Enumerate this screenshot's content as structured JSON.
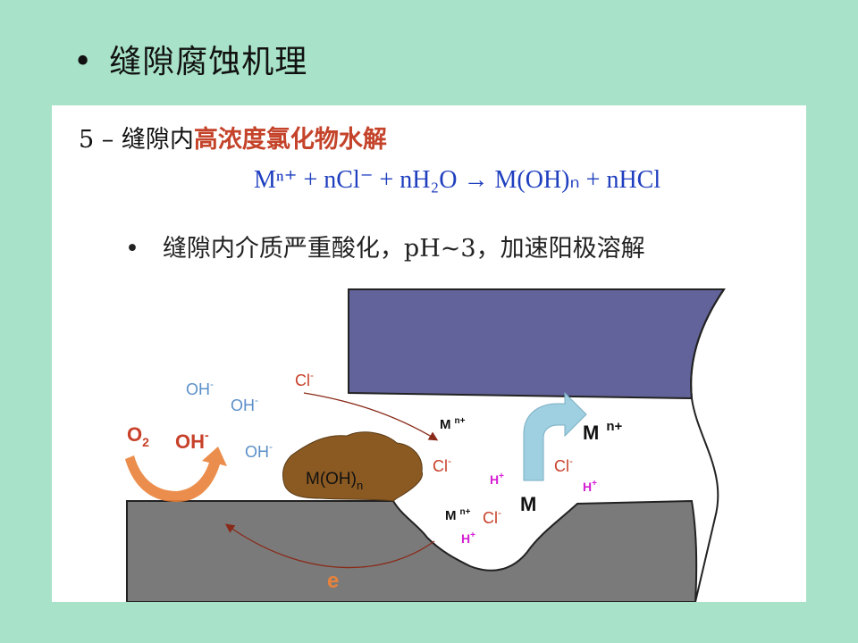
{
  "title": {
    "bullet": "•",
    "text": "缝隙腐蚀机理"
  },
  "heading": {
    "prefix": "5 – 缝隙内",
    "emphasis": "高浓度氯化物水解"
  },
  "equation": "Mⁿ⁺ + nCl⁻ + nH₂O → M(OH)ₙ + nHCl",
  "bullet": {
    "mark": "•",
    "text": "缝隙内介质严重酸化，pH~3，加速阳极溶解"
  },
  "labels": {
    "oh1": "OH",
    "oh2": "OH",
    "oh3": "OH",
    "minus": "-",
    "cl_top": "Cl",
    "o2": "O",
    "o2_sub": "2",
    "oh_orange": "OH",
    "product": "M(OH)",
    "product_sub": "n",
    "m_n_mid": "M",
    "n_plus": "n+",
    "cl_mid": "Cl",
    "h_mid": "H",
    "plus": "+",
    "m_big": "M",
    "n_plus_big": "n+",
    "cl_right": "Cl",
    "h_right": "H",
    "m_metal": "M",
    "m_n_low": "M",
    "cl_low": "Cl",
    "h_low": "H",
    "electron": "e"
  },
  "colors": {
    "background": "#a8e2c8",
    "crevice_former": "#62639a",
    "metal": "#7a7a7a",
    "corrosion_product": "#8b5a22",
    "ion_blue": "#5b8fc9",
    "ion_red": "#c8412a",
    "ion_magenta": "#d41fd4",
    "orange": "#e9823a",
    "arrow_blue": "#9fd0e2"
  },
  "icons": [
    "orange-curved-arrow-icon",
    "blue-curved-arrow-icon",
    "electron-flow-arrow-icon",
    "ion-migration-arrow-icon"
  ]
}
